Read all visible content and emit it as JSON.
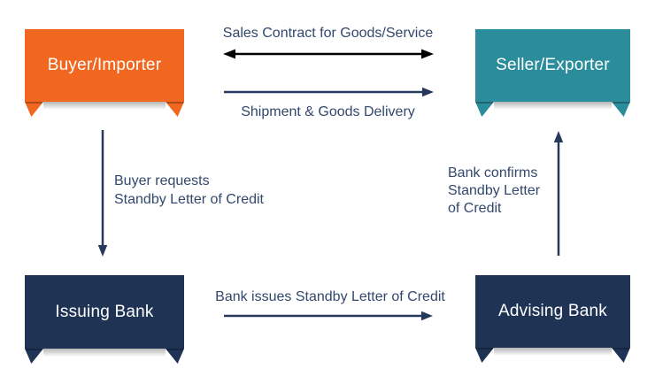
{
  "diagram": {
    "nodes": {
      "buyer": {
        "label": "Buyer/Importer",
        "fill": "#F2671F"
      },
      "seller": {
        "label": "Seller/Exporter",
        "fill": "#2B8C9B"
      },
      "issuing_bank": {
        "label": "Issuing Bank",
        "fill": "#1F3355"
      },
      "advising_bank": {
        "label": "Advising Bank",
        "fill": "#1F3355"
      }
    },
    "edges": {
      "sales_contract": {
        "label": "Sales Contract for Goods/Service",
        "from": "buyer",
        "to": "seller",
        "direction": "bidirectional",
        "color": "#000000"
      },
      "shipment": {
        "label": "Shipment & Goods Delivery",
        "from": "buyer",
        "to": "seller",
        "direction": "forward",
        "color": "#24395B"
      },
      "buyer_request": {
        "lines": [
          "Buyer requests",
          "Standby Letter of Credit"
        ],
        "from": "buyer",
        "to": "issuing_bank",
        "direction": "down",
        "color": "#24395B"
      },
      "bank_issues": {
        "label": "Bank issues Standby Letter of Credit",
        "from": "issuing_bank",
        "to": "advising_bank",
        "direction": "forward",
        "color": "#24395B"
      },
      "bank_confirms": {
        "lines": [
          "Bank confirms",
          "Standby Letter",
          "of Credit"
        ],
        "from": "advising_bank",
        "to": "seller",
        "direction": "up",
        "color": "#24395B"
      }
    }
  },
  "colors": {
    "node-buyer": "#F2671F",
    "node-seller": "#2B8C9B",
    "node-bank": "#1F3355",
    "node-text": "#FFFFFF",
    "edge-label-text": "#32486C",
    "arrow-primary": "#24395B",
    "arrow-contract": "#000000",
    "background": "#FFFFFF"
  }
}
